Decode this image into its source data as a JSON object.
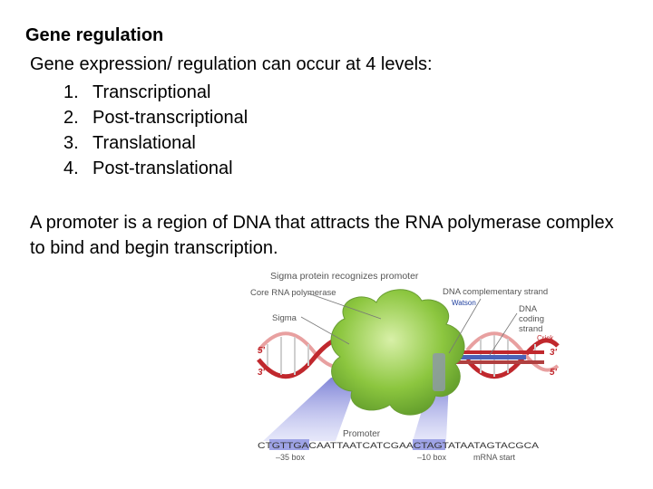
{
  "title": "Gene regulation",
  "intro": "Gene expression/ regulation  can occur at 4 levels:",
  "levels": [
    {
      "num": "1.",
      "label": "Transcriptional"
    },
    {
      "num": "2.",
      "label": "Post-transcriptional"
    },
    {
      "num": "3.",
      "label": "Translational"
    },
    {
      "num": "4.",
      "label": "Post-translational"
    }
  ],
  "paragraph": "A promoter is a region of DNA that attracts the RNA polymerase complex to bind and begin transcription.",
  "figure": {
    "caption": "Sigma protein recognizes promoter",
    "core": "Core RNA polymerase",
    "sigma": "Sigma",
    "complementary": "DNA complementary strand",
    "watson": "Watson",
    "coding1": "DNA",
    "coding2": "coding",
    "coding3": "strand",
    "crick": "Crick",
    "end5_left": "5'",
    "end3_left": "3'",
    "end3_right": "3'",
    "end5_right": "5'",
    "promoter": "Promoter",
    "sequence": "CTGTTGACAATTAATCATCGAACTAGTATAATAGTACGCA",
    "box35": "–35 box",
    "box10": "–10 box",
    "mrna": "mRNA start",
    "colors": {
      "helix_red": "#c0282d",
      "green": "#8cc63f",
      "blue_beam": "#6a6fd0",
      "label_grey": "#555555",
      "crick_red": "#c0282d",
      "watson_blue": "#1f3f9f"
    }
  }
}
